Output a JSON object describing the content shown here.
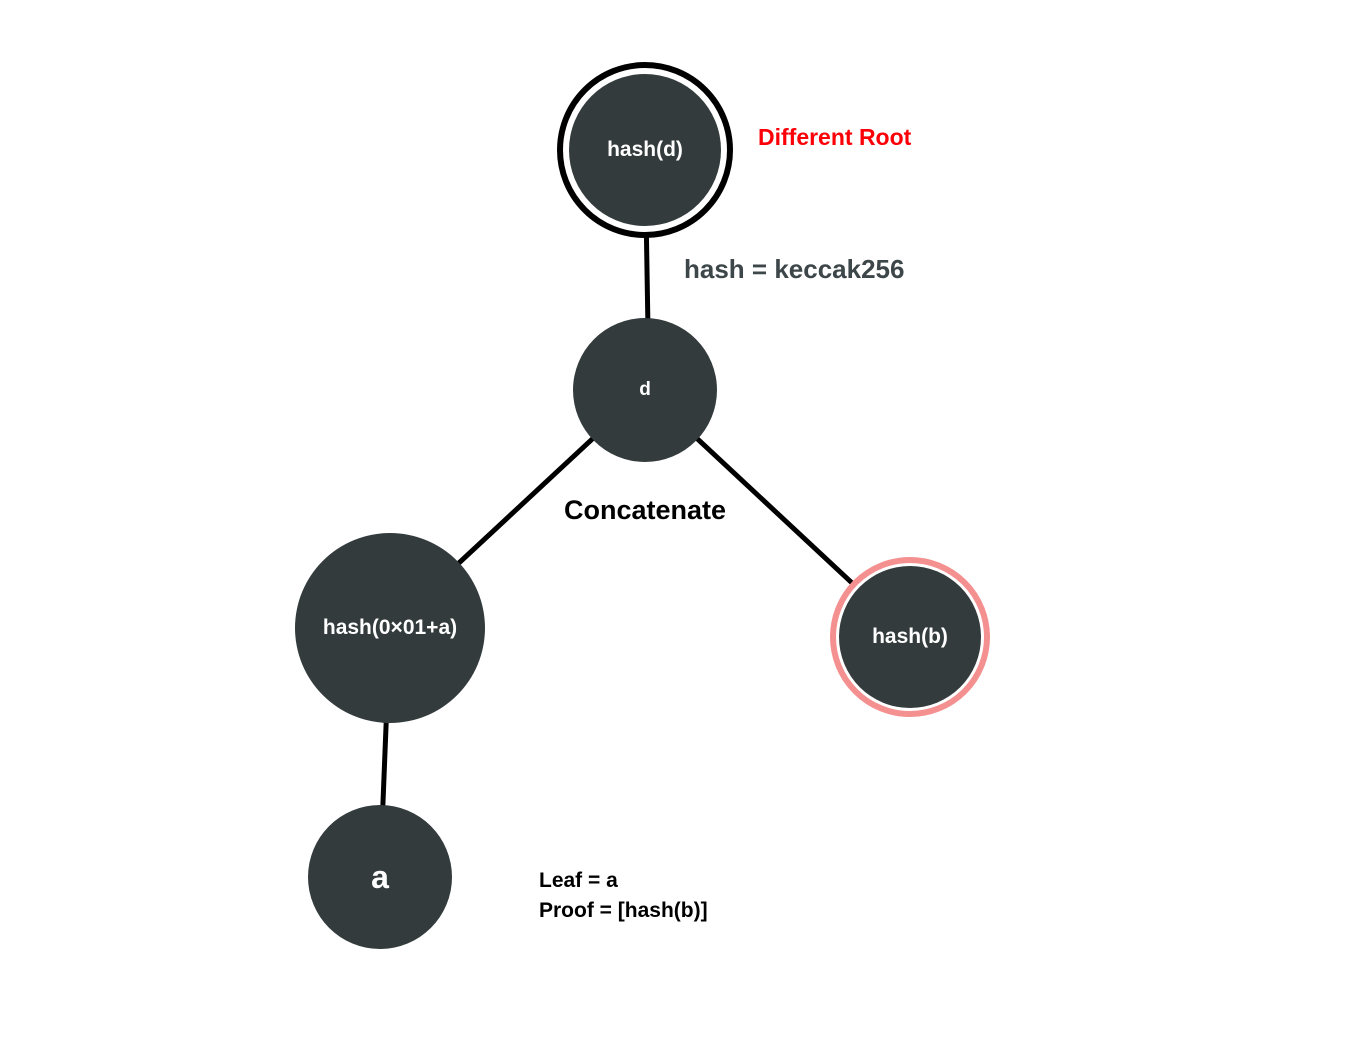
{
  "colors": {
    "background": "#ffffff",
    "node_fill": "#333b3d",
    "node_text": "#ffffff",
    "edge": "#000000",
    "root_ring": "#000000",
    "hash_b_ring": "#f4908f",
    "different_root_text": "#fb0007",
    "hash_function_text": "#3d4649",
    "body_text": "#000000"
  },
  "nodes": {
    "root": {
      "label": "hash(d)"
    },
    "d": {
      "label": "d"
    },
    "hash_left": {
      "label": "hash(0×01+a)"
    },
    "hash_b": {
      "label": "hash(b)"
    },
    "leaf_a": {
      "label": "a"
    }
  },
  "annotations": {
    "different_root": "Different Root",
    "hash_function": "hash = keccak256",
    "concatenate": "Concatenate",
    "leaf": "Leaf = a",
    "proof": "Proof = [hash(b)]"
  }
}
